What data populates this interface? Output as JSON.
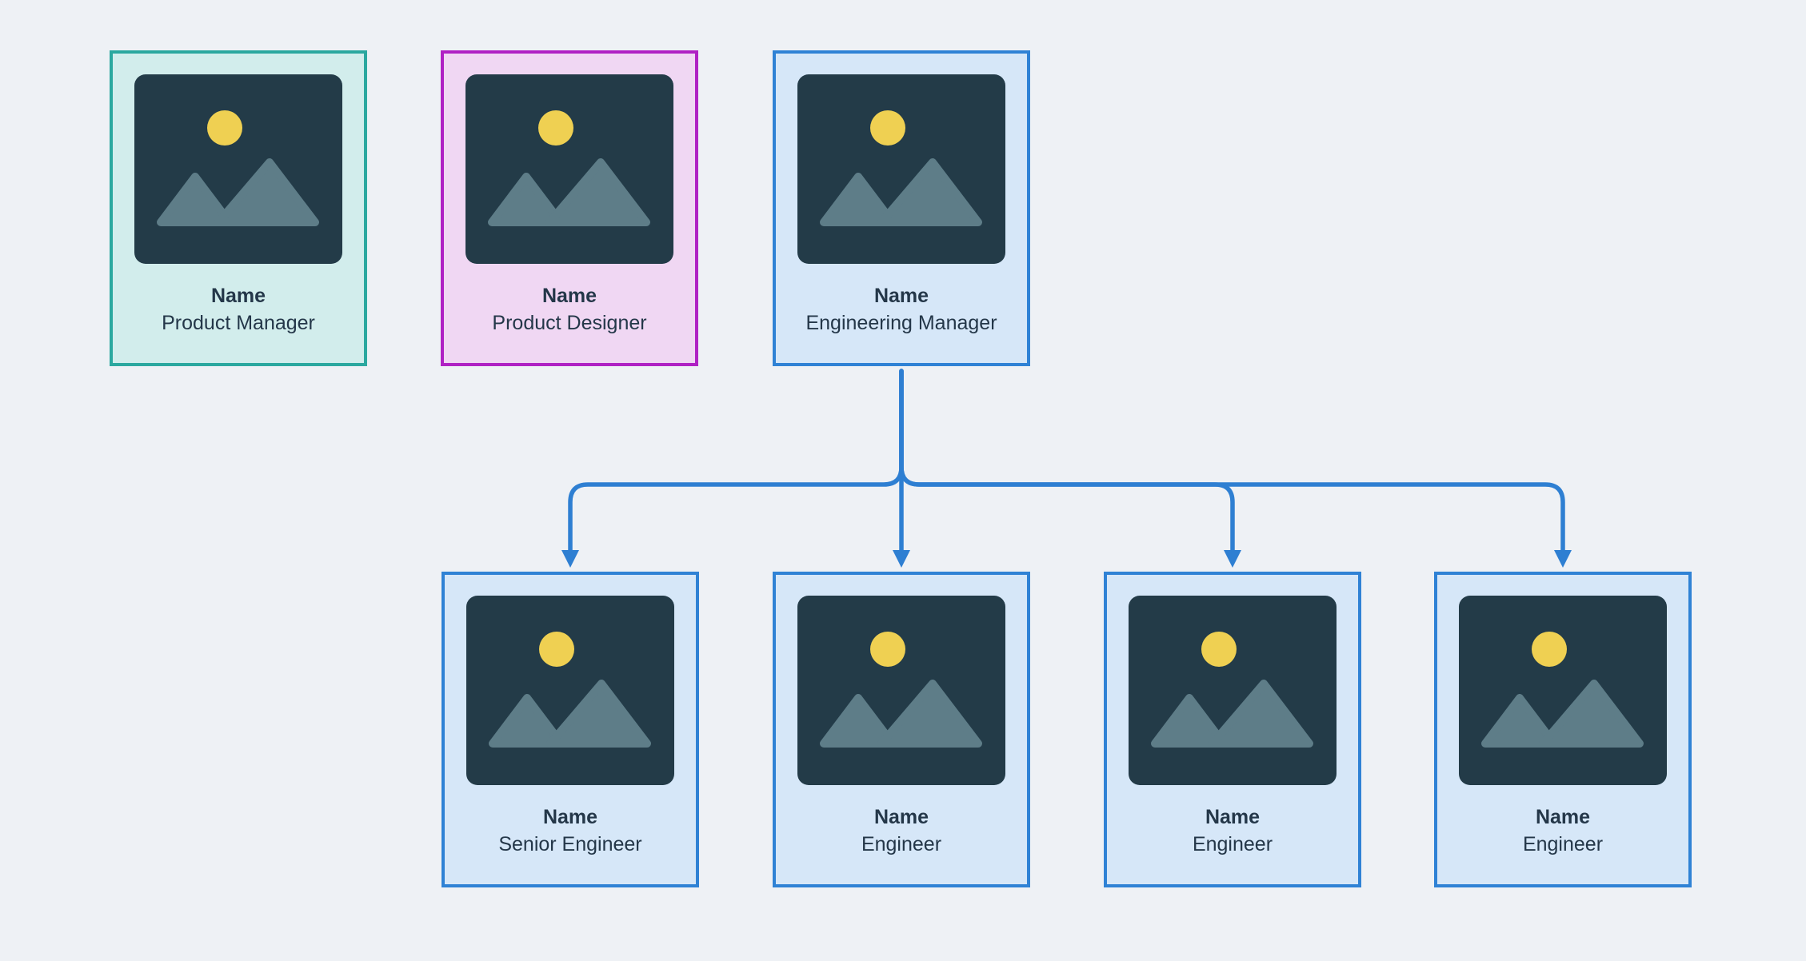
{
  "page": {
    "background_color": "#EEF1F5",
    "text_color": "#243749"
  },
  "org_chart": {
    "nodes": [
      {
        "name": "Name",
        "role": "Product Manager",
        "theme": "teal",
        "row": "top"
      },
      {
        "name": "Name",
        "role": "Product Designer",
        "theme": "magenta",
        "row": "top"
      },
      {
        "name": "Name",
        "role": "Engineering Manager",
        "theme": "blue",
        "row": "top"
      },
      {
        "name": "Name",
        "role": "Senior Engineer",
        "theme": "blue",
        "row": "bottom"
      },
      {
        "name": "Name",
        "role": "Engineer",
        "theme": "blue",
        "row": "bottom"
      },
      {
        "name": "Name",
        "role": "Engineer",
        "theme": "blue",
        "row": "bottom"
      },
      {
        "name": "Name",
        "role": "Engineer",
        "theme": "blue",
        "row": "bottom"
      }
    ],
    "edges": [
      {
        "from": "Engineering Manager",
        "to": "Senior Engineer"
      },
      {
        "from": "Engineering Manager",
        "to": "Engineer (1st)"
      },
      {
        "from": "Engineering Manager",
        "to": "Engineer (2nd)"
      },
      {
        "from": "Engineering Manager",
        "to": "Engineer (3rd)"
      }
    ],
    "themes": {
      "teal": {
        "border": "#2BA89F",
        "background": "#D2EDEC"
      },
      "magenta": {
        "border": "#B021C4",
        "background": "#F0D7F3"
      },
      "blue": {
        "border": "#2F82D5",
        "background": "#D6E7F8"
      }
    },
    "connector": {
      "color": "#2E7FD2",
      "style": "rounded elbows with filled down-arrowheads"
    },
    "photo_placeholder": {
      "icon": "image-placeholder-icon",
      "background": "#233B48",
      "sun_color": "#EFD052",
      "mountain_color": "#5E7D88"
    }
  }
}
